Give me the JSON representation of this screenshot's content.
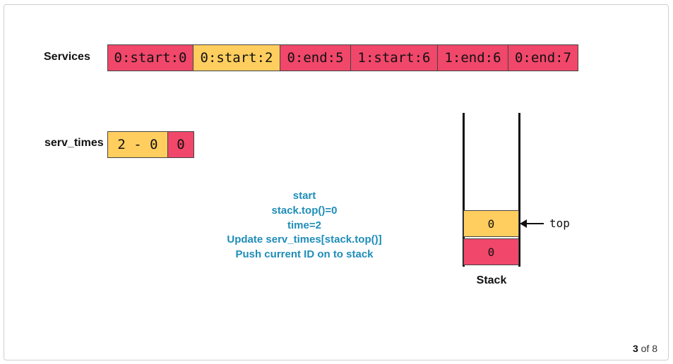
{
  "services": {
    "label": "Services",
    "cells": [
      {
        "text": "0:start:0",
        "color": "#f0476a"
      },
      {
        "text": "0:start:2",
        "color": "#ffce5e"
      },
      {
        "text": "0:end:5",
        "color": "#f0476a"
      },
      {
        "text": "1:start:6",
        "color": "#f0476a"
      },
      {
        "text": "1:end:6",
        "color": "#f0476a"
      },
      {
        "text": "0:end:7",
        "color": "#f0476a"
      }
    ]
  },
  "serv_times": {
    "label": "serv_times",
    "cells": [
      {
        "text": "2 - 0",
        "color": "#ffce5e"
      },
      {
        "text": "0",
        "color": "#f0476a"
      }
    ]
  },
  "info_lines": [
    "start",
    "stack.top()=0",
    "time=2",
    "Update serv_times[stack.top()]",
    "Push current ID on to stack"
  ],
  "stack": {
    "label": "Stack",
    "top_label": "top",
    "items_top_to_bottom": [
      {
        "text": "0",
        "color": "#ffce5e"
      },
      {
        "text": "0",
        "color": "#f0476a"
      }
    ]
  },
  "pager": {
    "current": "3",
    "of_text": "of 8"
  },
  "colors": {
    "highlight": "#ffce5e",
    "normal": "#f0476a",
    "info_text": "#1f8db8"
  }
}
